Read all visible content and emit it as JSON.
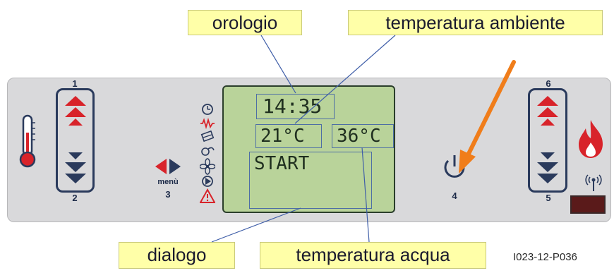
{
  "callouts": {
    "clock": "orologio",
    "room_temp": "temperatura ambiente",
    "dialog": "dialogo",
    "water_temp": "temperatura acqua"
  },
  "display": {
    "time": "14:35",
    "room_temp": "21°C",
    "water_temp": "36°C",
    "message": "START"
  },
  "buttons": {
    "b1": "1",
    "b2": "2",
    "b3": "3",
    "b4": "4",
    "b5": "5",
    "b6": "6",
    "menu_label": "menù"
  },
  "figure_code": "I023-12-P036",
  "status_icons": [
    "clock-icon",
    "resistor-icon",
    "pellet-icon",
    "fan-curve-icon",
    "fan-icon",
    "play-icon",
    "warning-icon"
  ],
  "colors": {
    "accent_red": "#d8232a",
    "navy": "#2a3a5c",
    "lcd_green": "#b9d39a",
    "arrow_orange": "#f07d1a"
  }
}
